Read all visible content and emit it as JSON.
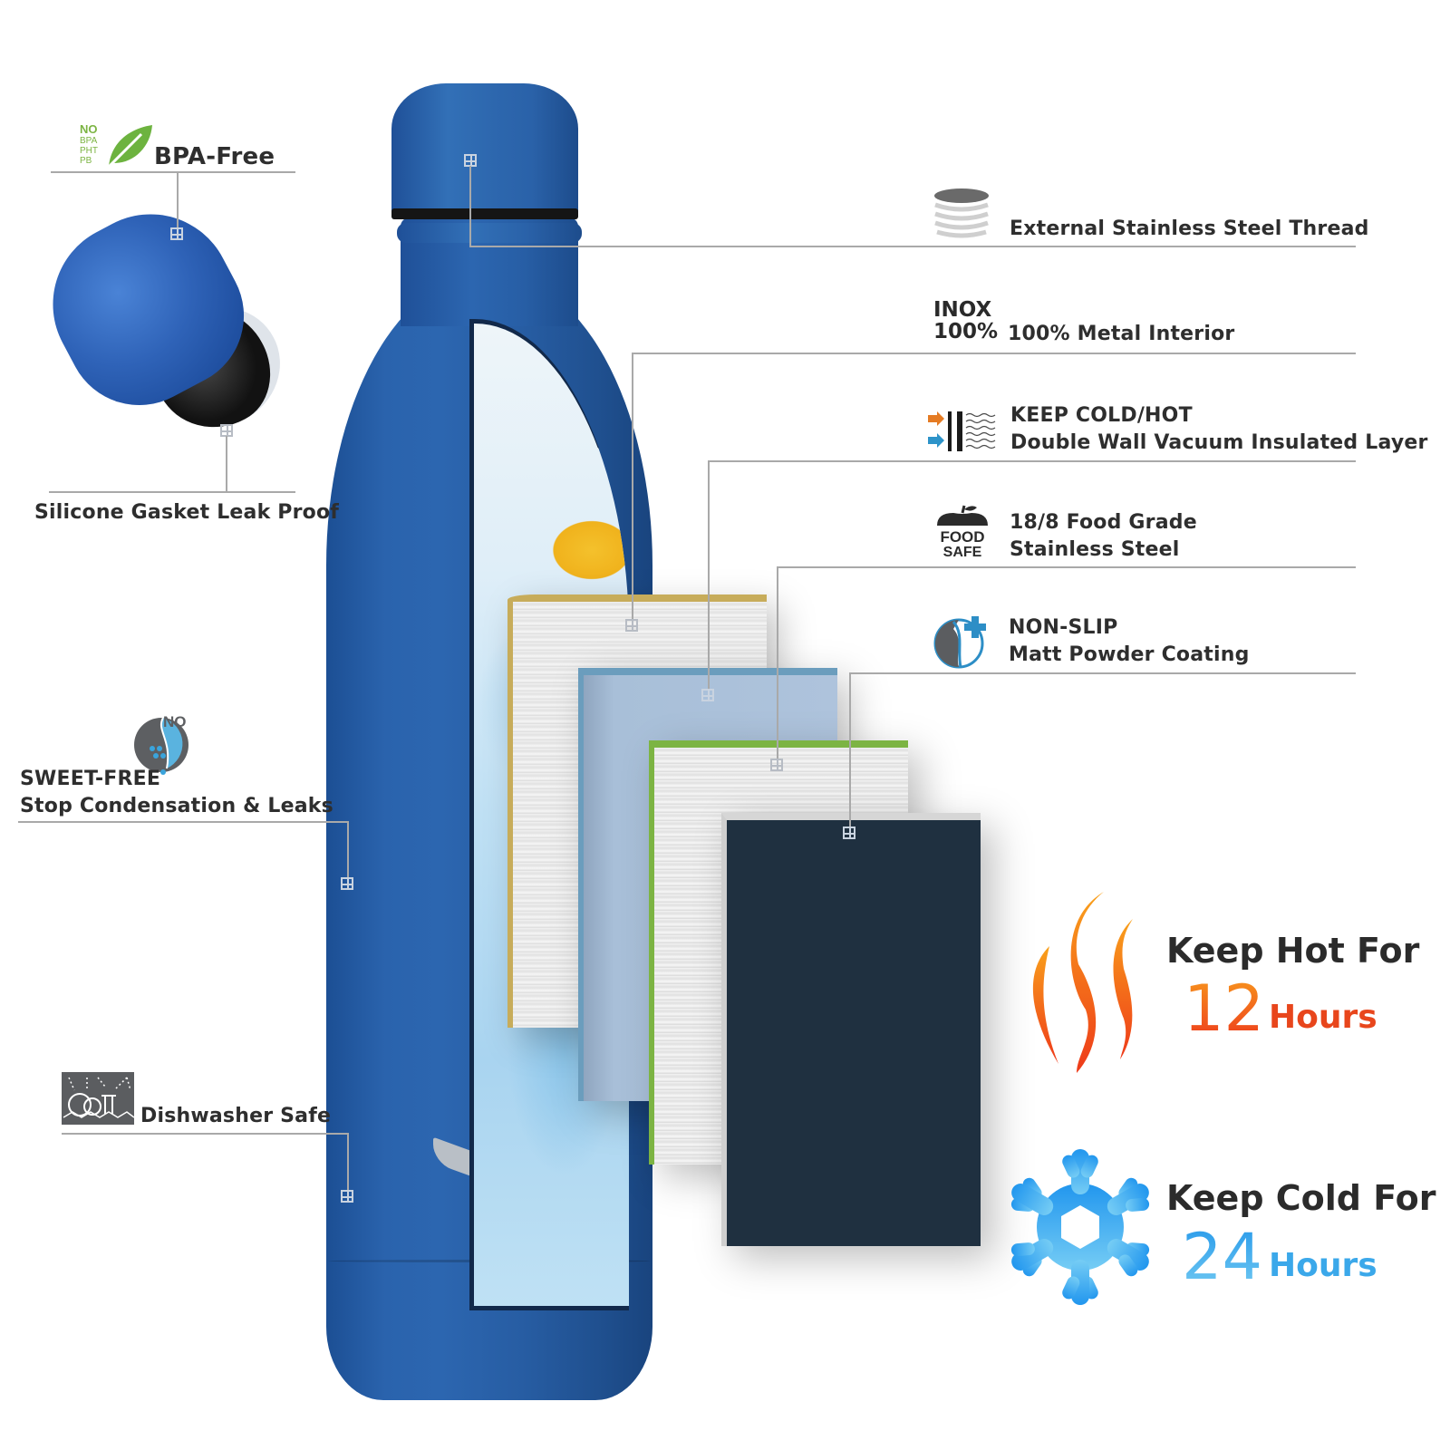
{
  "features_left": [
    {
      "id": "bpa",
      "label": "BPA-Free",
      "icon": "no-bpa-leaf-icon",
      "icon_text": [
        "NO",
        "BPA",
        "PHT",
        "PB"
      ]
    },
    {
      "id": "gasket",
      "label": "Silicone Gasket Leak Proof"
    },
    {
      "id": "sweat",
      "title": "SWEET-FREE",
      "label": "Stop Condensation & Leaks",
      "icon": "no-condensation-icon",
      "icon_text": "NO"
    },
    {
      "id": "dishwasher",
      "label": "Dishwasher Safe",
      "icon": "dishwasher-icon"
    }
  ],
  "features_right": [
    {
      "id": "thread",
      "label": "External Stainless Steel Thread",
      "icon": "thread-icon"
    },
    {
      "id": "inox",
      "icon_text": [
        "INOX",
        "100%"
      ],
      "label": "100% Metal Interior"
    },
    {
      "id": "vacuum",
      "title": "KEEP COLD/HOT",
      "label": "Double Wall Vacuum Insulated Layer",
      "icon": "vacuum-layer-icon"
    },
    {
      "id": "food",
      "title": "18/8 Food Grade",
      "label": "Stainless Steel",
      "icon": "food-safe-icon",
      "icon_text": [
        "FOOD",
        "SAFE"
      ]
    },
    {
      "id": "nonslip",
      "title": "NON-SLIP",
      "label": "Matt Powder Coating",
      "icon": "non-slip-icon"
    }
  ],
  "hot": {
    "title": "Keep Hot For",
    "value": "12",
    "unit": "Hours",
    "icon": "flame-icon",
    "color_top": "#f7941d",
    "color_bottom": "#ee3d1b"
  },
  "cold": {
    "title": "Keep Cold For",
    "value": "24",
    "unit": "Hours",
    "icon": "snowflake-icon",
    "color_top": "#2a9bea",
    "color_bottom": "#6fc8f2"
  },
  "colors": {
    "bottle_blue": "#2a62a9",
    "leader_line": "#a9a9a9",
    "layer_gold": "#c7ac5a",
    "layer_blue": "#aec3dc",
    "layer_green": "#7cb443",
    "layer_dark": "#1f3040",
    "text": "#2e2e2e"
  }
}
